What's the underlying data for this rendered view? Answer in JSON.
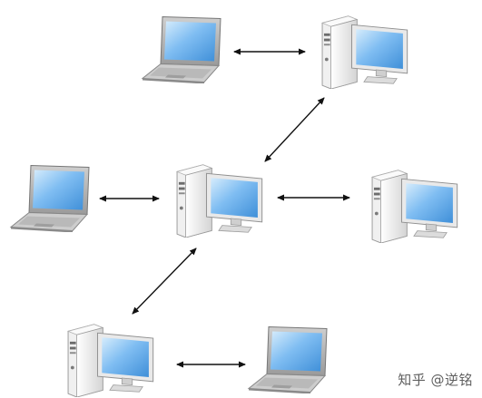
{
  "diagram": {
    "nodes": [
      {
        "id": "laptop-top",
        "kind": "laptop"
      },
      {
        "id": "desktop-top-right",
        "kind": "desktop"
      },
      {
        "id": "laptop-middle-left",
        "kind": "laptop"
      },
      {
        "id": "desktop-center",
        "kind": "desktop"
      },
      {
        "id": "desktop-middle-right",
        "kind": "desktop"
      },
      {
        "id": "desktop-bottom-left",
        "kind": "desktop"
      },
      {
        "id": "laptop-bottom-right",
        "kind": "laptop"
      }
    ],
    "edges": [
      {
        "from": "laptop-top",
        "to": "desktop-top-right",
        "direction": "both"
      },
      {
        "from": "desktop-top-right",
        "to": "desktop-center",
        "direction": "both"
      },
      {
        "from": "laptop-middle-left",
        "to": "desktop-center",
        "direction": "both"
      },
      {
        "from": "desktop-center",
        "to": "desktop-middle-right",
        "direction": "both"
      },
      {
        "from": "desktop-center",
        "to": "desktop-bottom-left",
        "direction": "both"
      },
      {
        "from": "desktop-bottom-left",
        "to": "laptop-bottom-right",
        "direction": "both"
      }
    ],
    "colors": {
      "screen": "#63aef0",
      "screen_highlight": "#cfe8fb",
      "case": "#e6e6e6",
      "bezel": "#a9a9a9",
      "arrow": "#111111"
    }
  },
  "watermark": "知乎 @逆铭"
}
